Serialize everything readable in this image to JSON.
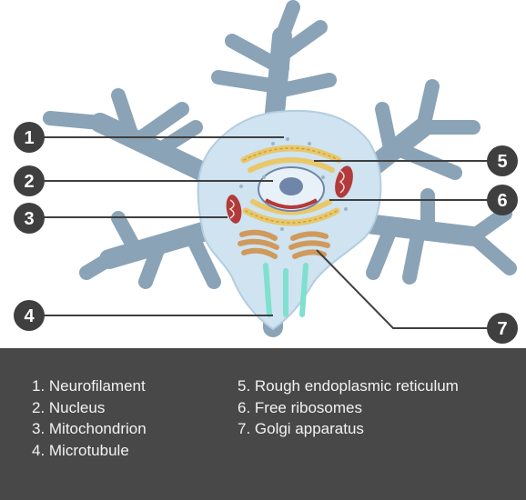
{
  "markers": [
    "1",
    "2",
    "3",
    "4",
    "5",
    "6",
    "7"
  ],
  "legend": {
    "left": [
      "1. Neurofilament",
      "2. Nucleus",
      "3. Mitochondrion",
      "4. Microtubule"
    ],
    "right": [
      "5. Rough endoplasmic reticulum",
      "6. Free ribosomes",
      "7. Golgi apparatus"
    ]
  },
  "colors": {
    "dendrite": "#8aa3b7",
    "cell_body": "#cfe3f1",
    "nucleus": "#6f86a8",
    "mitochondrion": "#b33a3a",
    "golgi": "#cf9a5c",
    "microtubule": "#7fe0cf",
    "marker": "#3f3f3f",
    "legend_bg": "#484848"
  }
}
